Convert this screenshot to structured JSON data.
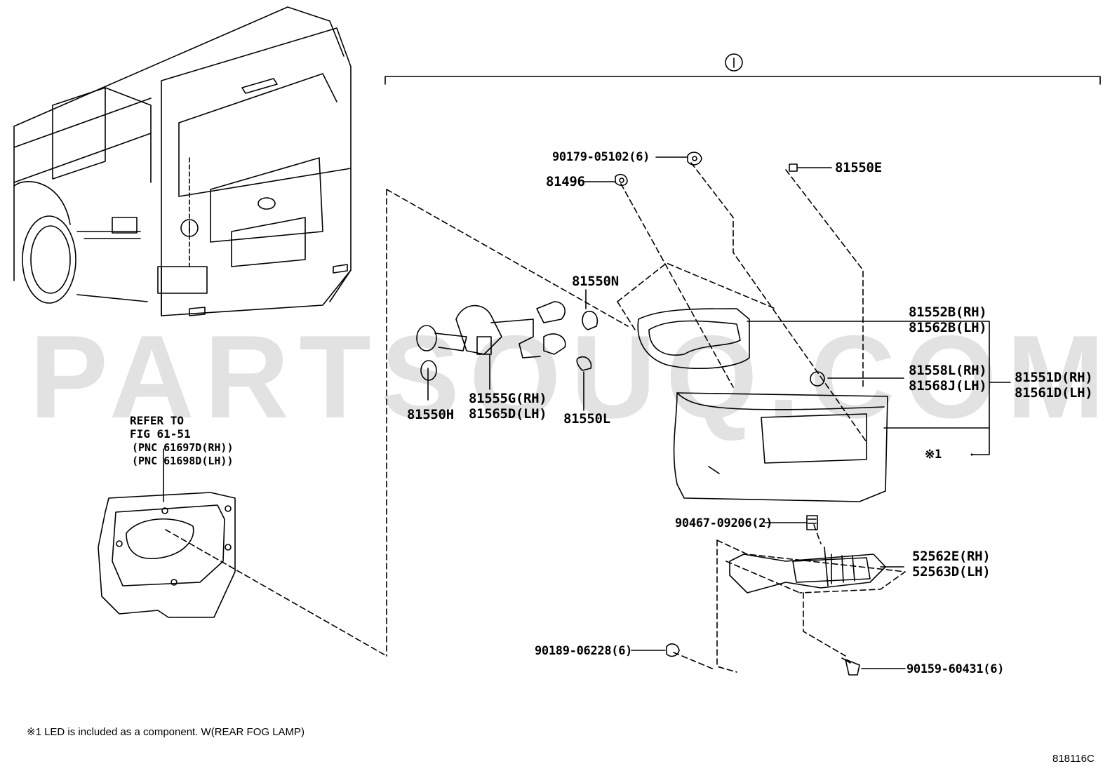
{
  "watermark": "PARTSOUQ.COM",
  "callout_assembly": "1",
  "parts": {
    "p90179": "90179-05102(6)",
    "p81496": "81496",
    "p81550e": "81550E",
    "p81550n": "81550N",
    "p81552b": "81552B(RH)",
    "p81562b": "81562B(LH)",
    "p81558l": "81558L(RH)",
    "p81568j": "81568J(LH)",
    "p81551d": "81551D(RH)",
    "p81561d": "81561D(LH)",
    "p81555g": "81555G(RH)",
    "p81565d": "81565D(LH)",
    "p81550h": "81550H",
    "p81550l": "81550L",
    "p90467": "90467-09206(2)",
    "p52562e": "52562E(RH)",
    "p52563d": "52563D(LH)",
    "p90189": "90189-06228(6)",
    "p90159": "90159-60431(6)",
    "note_ref": "※1"
  },
  "refer": {
    "line1": "REFER TO",
    "line2": "FIG 61-51",
    "line3": "(PNC 61697D(RH))",
    "line4": "(PNC 61698D(LH))"
  },
  "footnote": "※1  LED is included as a component.  W(REAR FOG LAMP)",
  "figure_id": "818116C",
  "colors": {
    "line": "#000000",
    "watermark": "#e2e2e2",
    "background": "#ffffff"
  }
}
